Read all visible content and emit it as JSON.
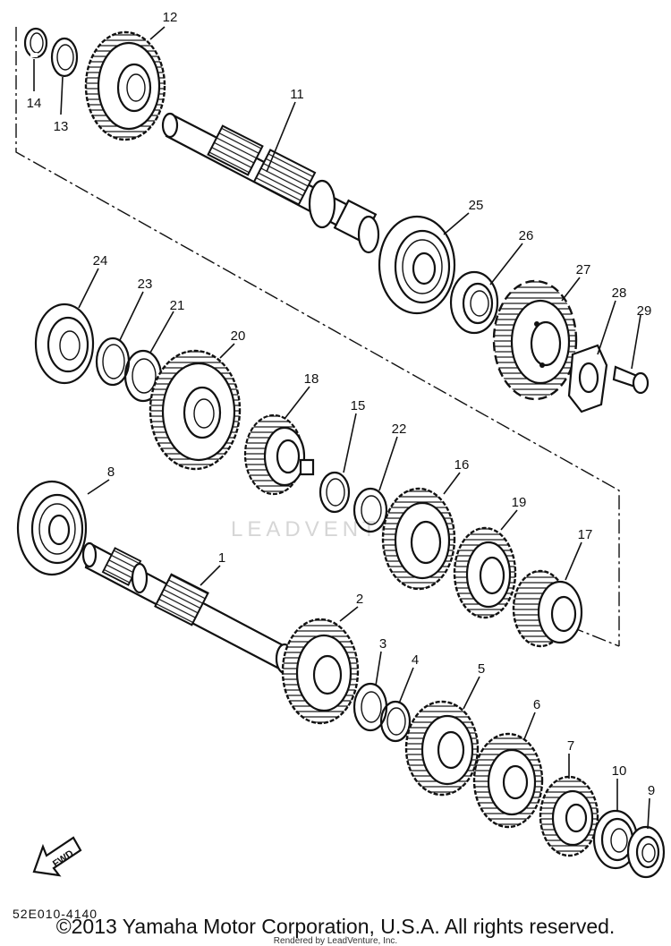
{
  "diagram": {
    "callouts": {
      "p1": "1",
      "p2": "2",
      "p3": "3",
      "p4": "4",
      "p5": "5",
      "p6": "6",
      "p7": "7",
      "p8": "8",
      "p9": "9",
      "p10": "10",
      "p11": "11",
      "p12": "12",
      "p13": "13",
      "p14": "14",
      "p15": "15",
      "p16": "16",
      "p17": "17",
      "p18": "18",
      "p19": "19",
      "p20": "20",
      "p21": "21",
      "p22": "22",
      "p23": "23",
      "p24": "24",
      "p25": "25",
      "p26": "26",
      "p27": "27",
      "p28": "28",
      "p29": "29"
    },
    "fwd_label": "FWD",
    "watermark": "LEADVENTURE",
    "diagram_code": "52E010-4140"
  },
  "footer": {
    "copyright": "©2013 Yamaha Motor Corporation, U.S.A. All rights reserved.",
    "rendered_by": "Rendered by LeadVenture, Inc."
  }
}
